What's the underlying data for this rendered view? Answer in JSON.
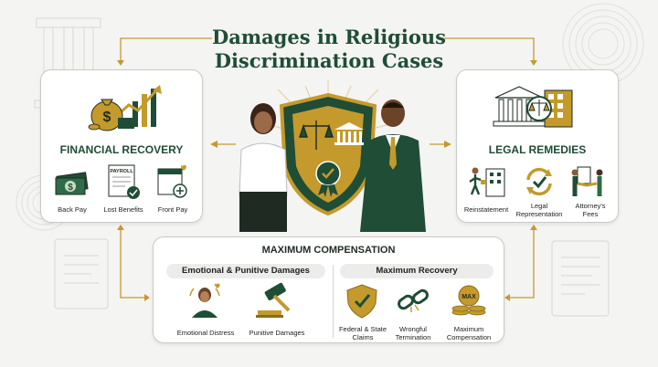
{
  "title": {
    "line1": "Damages in Religious",
    "line2": "Discrimination Cases"
  },
  "financial_recovery": {
    "title": "FINANCIAL RECOVERY",
    "items": [
      {
        "label": "Back Pay",
        "icon": "money-stack-icon"
      },
      {
        "label": "Lost Benefits",
        "icon": "payroll-document-icon"
      },
      {
        "label": "Front Pay",
        "icon": "calendar-health-icon"
      }
    ],
    "header_icon": "money-bag-growth-chart-icon",
    "payroll_text": "PAYROLL"
  },
  "legal_remedies": {
    "title": "LEGAL REMEDIES",
    "items": [
      {
        "label": "Reinstatement",
        "icon": "person-returning-to-building-icon"
      },
      {
        "label": "Legal\nRepresentation",
        "icon": "check-cycle-icon"
      },
      {
        "label": "Attorney's\nFees",
        "icon": "handshake-icon"
      }
    ],
    "header_icon": "courthouse-scales-icon"
  },
  "maximum_compensation": {
    "title": "MAXIMUM COMPENSATION",
    "left_group": {
      "heading": "Emotional & Punitive Damages",
      "items": [
        {
          "label": "Emotional Distress",
          "icon": "distressed-person-icon"
        },
        {
          "label": "Punitive Damages",
          "icon": "gavel-icon"
        }
      ]
    },
    "right_group": {
      "heading": "Maximum Recovery",
      "items": [
        {
          "label": "Federal & State\nClaims",
          "icon": "shield-check-icon"
        },
        {
          "label": "Wrongful\nTermination",
          "icon": "broken-chain-icon"
        },
        {
          "label": "Maximum\nCompensation",
          "icon": "coin-stack-max-icon"
        }
      ]
    },
    "max_text": "MAX"
  },
  "center_illustration": {
    "icons": [
      "shield-scales-icon",
      "courthouse-icon",
      "award-seal-icon",
      "woman-figure-icon",
      "man-figure-icon"
    ]
  },
  "colors": {
    "brand_green": "#1f4d36",
    "gold": "#c49a2c",
    "card_border": "#c9cbc6",
    "background": "#f4f4f2"
  }
}
